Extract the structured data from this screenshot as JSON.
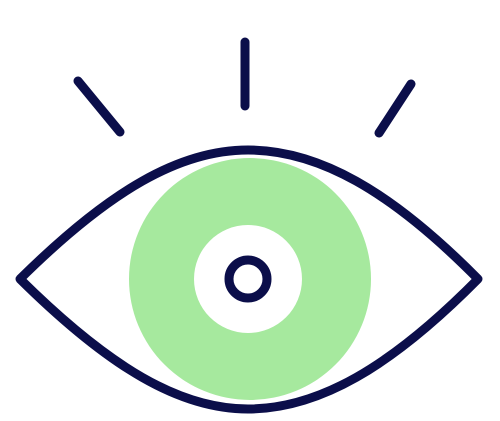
{
  "icon": {
    "name": "eye-icon",
    "colors": {
      "outline": "#0b0e4a",
      "iris": "#a6e99e",
      "background": "#ffffff"
    },
    "parts": [
      "top-ray",
      "left-ray",
      "right-ray",
      "eye-outline",
      "iris",
      "pupil-ring",
      "pupil-center"
    ]
  }
}
